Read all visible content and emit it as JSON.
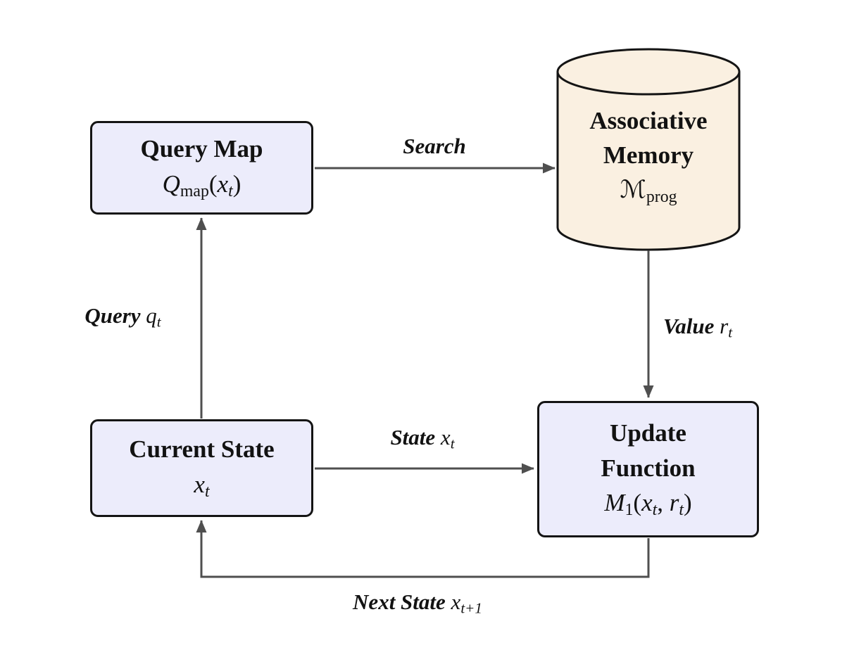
{
  "nodes": {
    "query_map": {
      "title": "Query Map",
      "formula": {
        "base": "Q",
        "base_sub": "map",
        "open": "(",
        "arg": "x",
        "arg_sub": "t",
        "close": ")"
      }
    },
    "associative_memory": {
      "title_line1": "Associative",
      "title_line2": "Memory",
      "formula": {
        "base": "ℳ",
        "base_sub": "prog"
      }
    },
    "current_state": {
      "title": "Current State",
      "formula": {
        "arg": "x",
        "arg_sub": "t"
      }
    },
    "update_function": {
      "title_line1": "Update",
      "title_line2": "Function",
      "formula": {
        "base": "M",
        "base_sub": "1",
        "open": "(",
        "arg1": "x",
        "arg1_sub": "t",
        "sep": ", ",
        "arg2": "r",
        "arg2_sub": "t",
        "close": ")"
      }
    }
  },
  "edges": {
    "search": {
      "word": "Search"
    },
    "query": {
      "word": "Query ",
      "math": "q",
      "math_sub": "t"
    },
    "value": {
      "word": "Value ",
      "math": "r",
      "math_sub": "t"
    },
    "state": {
      "word": "State ",
      "math": "x",
      "math_sub": "t"
    },
    "next_state": {
      "word": "Next State ",
      "math": "x",
      "math_sub": "t+1"
    }
  },
  "colors": {
    "node_fill": "#ececfb",
    "memory_fill": "#faf0e1",
    "border": "#141414",
    "arrow": "#4f4f4f",
    "background": "#ffffff",
    "text": "#121212"
  }
}
